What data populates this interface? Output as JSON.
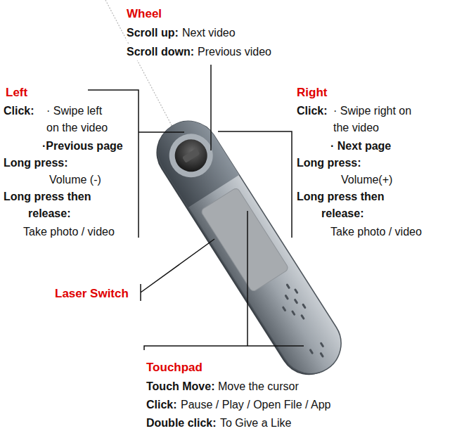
{
  "diagram": {
    "labels": [
      "Wheel",
      "Scroll up:",
      "Next video",
      "Scroll down:",
      "Previous video",
      "Left",
      "Click:",
      "· Swipe left on the video",
      "·Previous page",
      "Long press:",
      "Volume (-)",
      "Long press then release:",
      "Take photo / video",
      "Right",
      "Click:",
      "· Swipe right on the video",
      "· Next page",
      "Long press:",
      "Volume(+)",
      "Long press then release:",
      "Take photo / video",
      "Laser Switch",
      "Touchpad",
      "Touch Move:",
      "Move the cursor",
      "Click:",
      "Pause / Play / Open File / App",
      "Double click:",
      "To Give a Like"
    ]
  }
}
